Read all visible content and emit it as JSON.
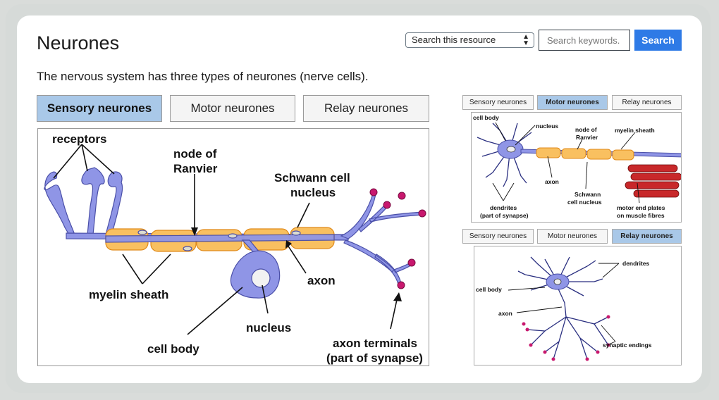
{
  "page": {
    "title": "Neurones",
    "intro": "The nervous system has three types of neurones (nerve cells)."
  },
  "search": {
    "scope_selected": "Search this resource",
    "placeholder": "Search keywords.",
    "button_label": "Search"
  },
  "tabs": [
    {
      "label": "Sensory neurones",
      "active": true
    },
    {
      "label": "Motor neurones",
      "active": false
    },
    {
      "label": "Relay neurones",
      "active": false
    }
  ],
  "sensory_diagram": {
    "labels": {
      "receptors": "receptors",
      "node_line1": "node of",
      "node_line2": "Ranvier",
      "schwann_line1": "Schwann cell",
      "schwann_line2": "nucleus",
      "myelin": "myelin sheath",
      "axon": "axon",
      "nucleus": "nucleus",
      "cell_body": "cell body",
      "terminals_line1": "axon terminals",
      "terminals_line2": "(part of synapse)"
    }
  },
  "motor_thumb": {
    "tabs": [
      {
        "label": "Sensory neurones",
        "active": false
      },
      {
        "label": "Motor neurones",
        "active": true
      },
      {
        "label": "Relay neurones",
        "active": false
      }
    ],
    "labels": {
      "cell_body": "cell body",
      "nucleus": "nucleus",
      "node_line1": "node of",
      "node_line2": "Ranvier",
      "myelin": "myelin sheath",
      "axon": "axon",
      "schwann_line1": "Schwann",
      "schwann_line2": "cell nucleus",
      "dendrites_line1": "dendrites",
      "dendrites_line2": "(part of synapse)",
      "motor_line1": "motor end plates",
      "motor_line2": "on muscle fibres"
    }
  },
  "relay_thumb": {
    "tabs": [
      {
        "label": "Sensory neurones",
        "active": false
      },
      {
        "label": "Motor neurones",
        "active": false
      },
      {
        "label": "Relay neurones",
        "active": true
      }
    ],
    "labels": {
      "dendrites": "dendrites",
      "cell_body": "cell body",
      "axon": "axon",
      "synaptic": "synaptic endings"
    }
  },
  "colors": {
    "accent": "#2e7ae6",
    "active_tab": "#a9c8e8",
    "neuron": "#8f95e6",
    "neuron_dark": "#4a4fa8",
    "myelin": "#f9c060",
    "myelin_edge": "#e08a1a",
    "terminal": "#c8186e",
    "muscle": "#c8282a"
  }
}
